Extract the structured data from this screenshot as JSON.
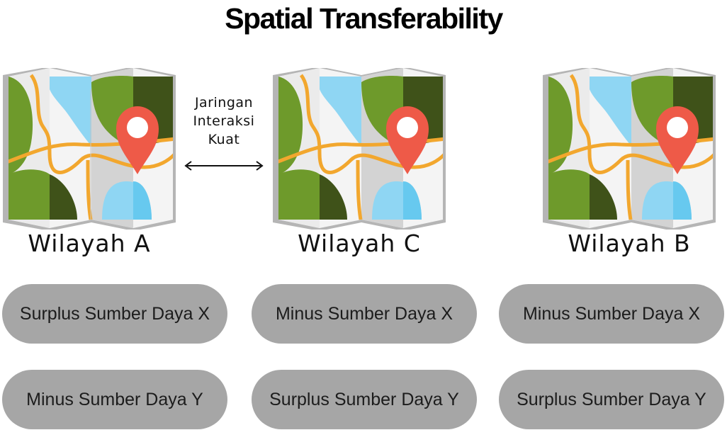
{
  "title": "Spatial Transferability",
  "connector": {
    "line1": "Jaringan",
    "line2": "Interaksi",
    "line3": "Kuat"
  },
  "regions": [
    {
      "name": "Wilayah A",
      "resource_x": "Surplus Sumber Daya X",
      "resource_y": "Minus Sumber Daya Y"
    },
    {
      "name": "Wilayah C",
      "resource_x": "Minus Sumber Daya X",
      "resource_y": "Surplus Sumber Daya Y"
    },
    {
      "name": "Wilayah B",
      "resource_x": "Minus Sumber Daya X",
      "resource_y": "Surplus Sumber Daya Y"
    }
  ],
  "colors": {
    "pill": "#a6a6a6",
    "map_dark_green": "#3f5219",
    "map_green": "#6e9a2b",
    "map_water": "#8fd6f3",
    "map_road": "#f2a72e",
    "pin": "#ee5a48"
  }
}
